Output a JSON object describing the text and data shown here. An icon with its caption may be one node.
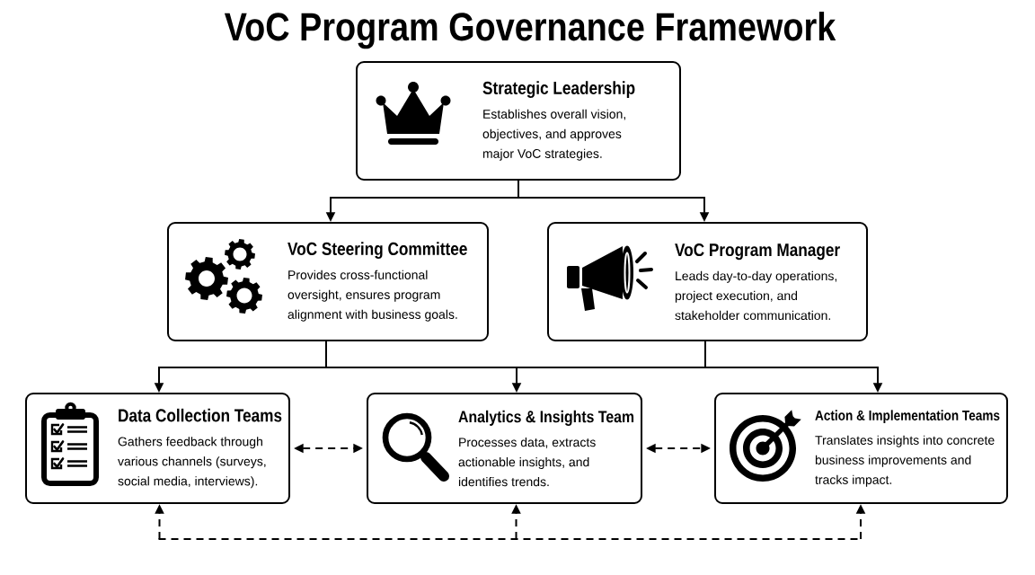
{
  "diagram": {
    "title": "VoC Program Governance Framework",
    "nodes": [
      {
        "text": [
          "Strategic Leadership",
          "Establishes overall vision, objectives, and approves major VoC strategies."
        ]
      },
      {
        "text": [
          "VoC Steering Committee",
          "Provides cross-functional oversight, ensures program alignment with business goals."
        ]
      },
      {
        "text": [
          "VoC Program Manager",
          "Leads day-to-day operations, project execution, and stakeholder communication."
        ]
      },
      {
        "text": [
          "Data Collection Teams",
          "Gathers feedback through various channels (surveys, social media, interviews)."
        ]
      },
      {
        "text": [
          "Analytics & Insights Team",
          "Processes data, extracts actionable insights, and identifies trends."
        ]
      },
      {
        "text": [
          "Action & Implementation Teams",
          "Translates insights into concrete business improvements and tracks impact."
        ]
      }
    ],
    "edges": [
      {
        "from": 0,
        "to": 1,
        "arrow": "to"
      },
      {
        "from": 0,
        "to": 2,
        "arrow": "to"
      },
      {
        "from": 1,
        "to": 3,
        "arrow": "to"
      },
      {
        "from": 1,
        "to": 4,
        "arrow": "to"
      },
      {
        "from": 1,
        "to": 5,
        "arrow": "to"
      },
      {
        "from": 2,
        "to": 3,
        "arrow": "to"
      },
      {
        "from": 2,
        "to": 4,
        "arrow": "to"
      },
      {
        "from": 2,
        "to": 5,
        "arrow": "to"
      },
      {
        "from": 3,
        "to": 4,
        "arrow": "both",
        "style": "dashed"
      },
      {
        "from": 4,
        "to": 5,
        "arrow": "both",
        "style": "dashed"
      },
      {
        "from": 3,
        "to": 4,
        "arrow": "both",
        "style": "dashed"
      },
      {
        "from": 4,
        "to": 5,
        "arrow": "both",
        "style": "dashed"
      },
      {
        "from": 3,
        "to": 5,
        "arrow": "both",
        "style": "dashed"
      }
    ]
  }
}
